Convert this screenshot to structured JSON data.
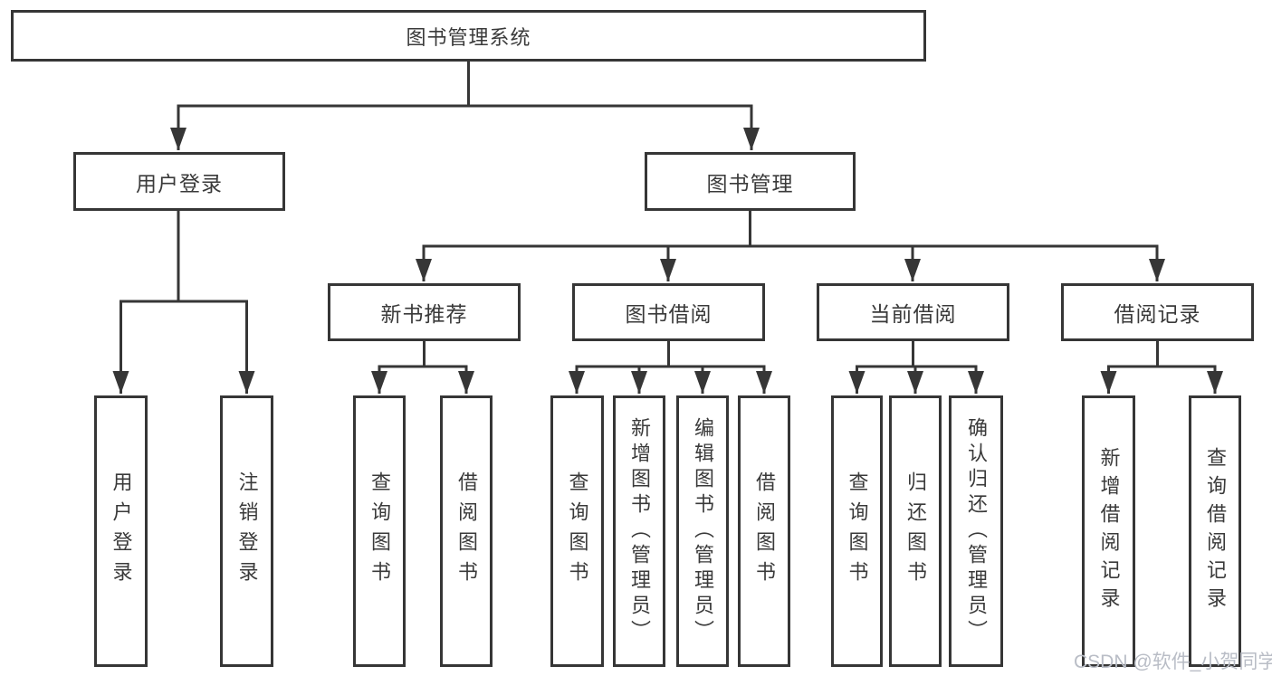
{
  "watermark": "CSDN @软件_小贺同学",
  "colors": {
    "line": "#363636",
    "text": "#3a3a3a",
    "watermark": "#b9bdc6",
    "background": "#ffffff"
  },
  "tree": {
    "root": {
      "label": "图书管理系统",
      "children": [
        {
          "label": "用户登录",
          "children": [
            {
              "label": "用户登录"
            },
            {
              "label": "注销登录"
            }
          ]
        },
        {
          "label": "图书管理",
          "children": [
            {
              "label": "新书推荐",
              "children": [
                {
                  "label": "查询图书"
                },
                {
                  "label": "借阅图书"
                }
              ]
            },
            {
              "label": "图书借阅",
              "children": [
                {
                  "label": "查询图书"
                },
                {
                  "label": "新增图书（管理员）"
                },
                {
                  "label": "编辑图书（管理员）"
                },
                {
                  "label": "借阅图书"
                }
              ]
            },
            {
              "label": "当前借阅",
              "children": [
                {
                  "label": "查询图书"
                },
                {
                  "label": "归还图书"
                },
                {
                  "label": "确认归还（管理员）"
                }
              ]
            },
            {
              "label": "借阅记录",
              "children": [
                {
                  "label": "新增借阅记录"
                },
                {
                  "label": "查询借阅记录"
                }
              ]
            }
          ]
        }
      ]
    }
  }
}
